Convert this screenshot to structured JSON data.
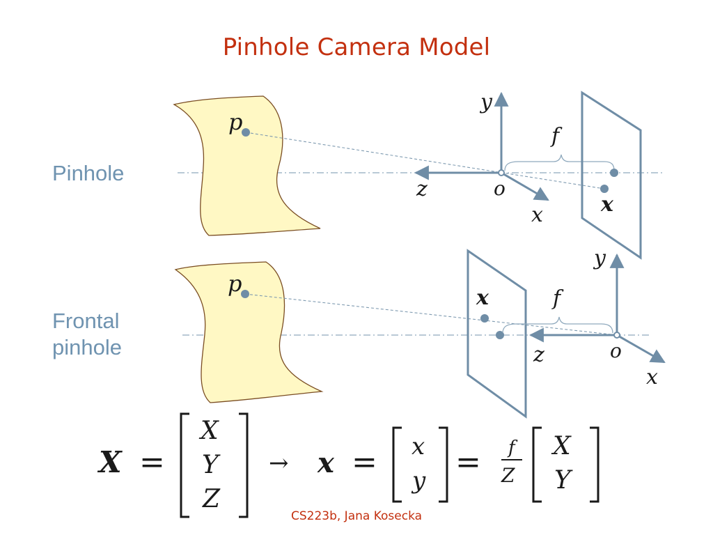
{
  "title": "Pinhole Camera Model",
  "labels": {
    "pinhole": "Pinhole",
    "frontal_line1": "Frontal",
    "frontal_line2": "pinhole"
  },
  "pinhole_diagram": {
    "point_label": "p",
    "axis_y": "y",
    "axis_z": "z",
    "axis_x": "x",
    "origin": "o",
    "focal": "f",
    "image_point": "x"
  },
  "frontal_diagram": {
    "point_label": "p",
    "axis_y": "y",
    "axis_z": "z",
    "axis_x": "x",
    "origin": "o",
    "focal": "f",
    "image_point": "x"
  },
  "equation": {
    "lhs": "X",
    "equals": "=",
    "world_vector": [
      "X",
      "Y",
      "Z"
    ],
    "arrow": "→",
    "image_symbol": "x",
    "image_vector": [
      "x",
      "y"
    ],
    "scale_num": "f",
    "scale_den": "Z",
    "projected_vector": [
      "X",
      "Y"
    ]
  },
  "footer": "CS223b, Jana Kosecka",
  "colors": {
    "title": "#c3300f",
    "label": "#6f93b0",
    "axis": "#6f8da6",
    "paper_fill": "#fff8c4",
    "paper_stroke": "#7a4d22"
  }
}
